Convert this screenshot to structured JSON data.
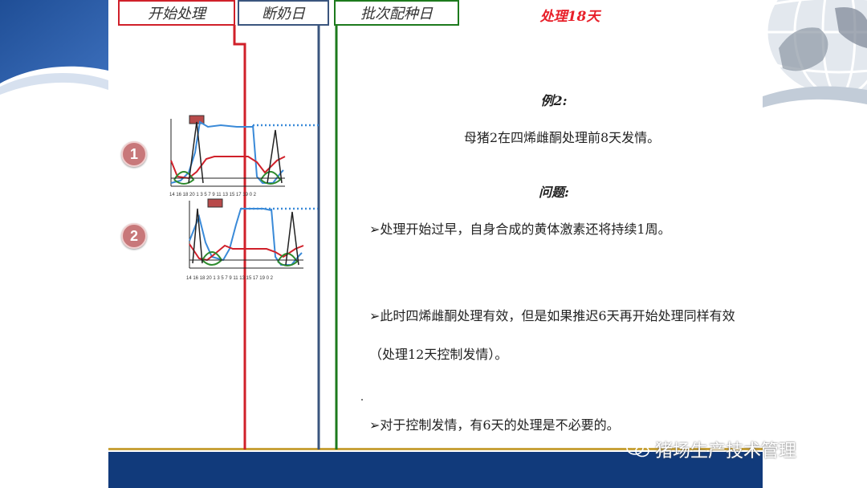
{
  "headers": {
    "start_treatment": "开始处理",
    "weaning_day": "断奶日",
    "batch_breeding_day": "批次配种日",
    "treatment_days": "处理18天"
  },
  "sow_markers": [
    "1",
    "2"
  ],
  "chart_axis_ticks": "14 16 18 20 1  3  5  7  9 11 13 15 17 19 0  2",
  "example": {
    "title": "例2:",
    "description": "母猪2在四烯雌酮处理前8天发情。"
  },
  "question": {
    "title": "问题:",
    "bullets": [
      "➢处理开始过早，自身合成的黄体激素还将持续1周。",
      "➢此时四烯雌酮处理有效，但是如果推迟6天再开始处理同样有效（处理12天控制发情）。",
      "➢对于控制发情，有6天的处理是不必要的。"
    ]
  },
  "watermark": "猪场生产技术管理",
  "colors": {
    "red": "#d0202a",
    "blue": "#3a557e",
    "green": "#1d7a1d",
    "navy": "#113a7b",
    "curve_blue": "#3a8ad8",
    "curve_green": "#2e8b2e",
    "curve_red": "#d0202a",
    "peak_black": "#222222"
  },
  "icons": [
    "globe-icon",
    "wechat-icon"
  ]
}
